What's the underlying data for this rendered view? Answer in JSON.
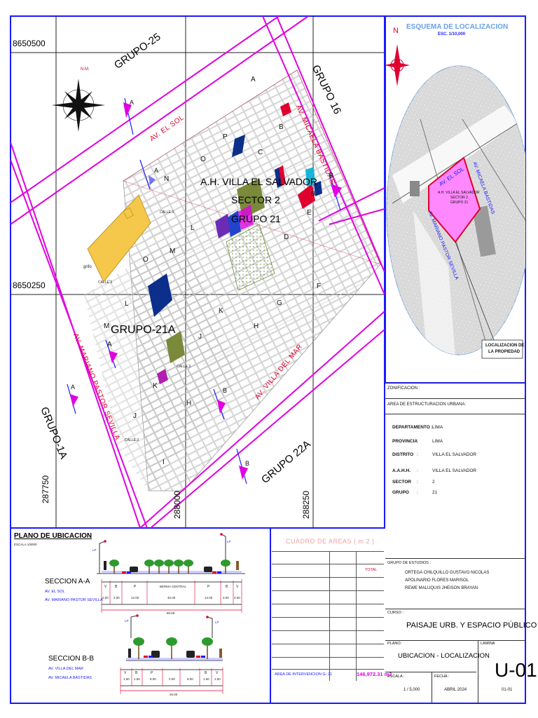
{
  "map": {
    "coords": {
      "y1": "8650500",
      "y2": "8650250",
      "x1": "287750",
      "x2": "288000",
      "x3": "288250"
    },
    "groups": {
      "g25": "GRUPO-25",
      "g16": "GRUPO 16",
      "g21a": "GRUPO-21A",
      "g22a": "GRUPO 22A",
      "g1a": "GRUPO-1A"
    },
    "streets": {
      "sol": "AV. EL SOL",
      "bastidas": "AV. MICAELA BASTIDAS",
      "mar": "AV. VILLA DEL MAR",
      "sevilla": "AV. MARIANO PASTOR SEVILLA"
    },
    "center": {
      "line1": "A.H. VILLA EL SALVADOR",
      "line2": "SECTOR 2",
      "line3": "GRUPO 21"
    },
    "north": "N.M.",
    "block_letters": {
      "a1": "A",
      "b1": "B",
      "c1": "C",
      "d1": "D",
      "e1": "E",
      "f1": "F",
      "g1": "G",
      "h1": "H",
      "h2": "H",
      "i1": "I",
      "j1": "J",
      "j2": "J",
      "k1": "K",
      "k2": "K",
      "l1": "L",
      "l2": "L",
      "m1": "M",
      "m2": "M",
      "n1": "N",
      "o1": "O",
      "o2": "O",
      "p1": "P",
      "a2": "A"
    },
    "section_marks": {
      "a": "A",
      "b": "B"
    },
    "small_text": {
      "grifo": "grifo",
      "calle": "CALLE 3"
    }
  },
  "location": {
    "title": "ESQUEMA DE LOCALIZACION",
    "scale": "ESC. 1/10,000",
    "north": "N",
    "map_label1": "A.H. VILLA EL SALVADOR",
    "map_label2": "SECTOR 2",
    "map_label3": "GRUPO 21",
    "street1": "AV. EL SOL",
    "street2": "AV. MICAELA BASTIDAS",
    "street3": "AV. MARIANO PASTOR SEVILLA",
    "callout1": "LOCALIZACION DE",
    "callout2": "LA PROPIEDAD"
  },
  "info": {
    "zonificacion": "ZONIFICACION :",
    "area_estructuracion": "AREA DE ESTRUCTURACION URBANA:",
    "rows": [
      {
        "label": "DEPARTAMENTO :",
        "value": "LIMA"
      },
      {
        "label": "PROVINCIA",
        "sep": ":",
        "value": "LIMA"
      },
      {
        "label": "DISTRITO",
        "sep": ":",
        "value": "VILLA EL SALVADOR"
      },
      {
        "label": "A.A.H.H.",
        "sep": ":",
        "value": "VILLA EL SALVADOR"
      },
      {
        "label": "SECTOR",
        "sep": ":",
        "value": "2"
      },
      {
        "label": "GRUPO",
        "sep": ":",
        "value": "21"
      }
    ],
    "grupo_estudios": "GRUPO DE ESTUDIOS :",
    "students": [
      "ORTEGA CHILQUILLO GUSTAVO NICOLAS",
      "APOLINARIO FLORES MARISOL",
      "REWE MALUQUIS JHEISON BRAYAN"
    ],
    "curso_label": "CURSO :",
    "curso": "PAISAJE URB. Y ESPACIO PÚBLICO",
    "plano_label": "PLANO:",
    "plano": "UBICACION - LOCALIZACION",
    "lamina_label": "LAMINA",
    "lamina": "U-01",
    "lamina_sub": "01-01",
    "escala_label": "ESCALA :",
    "escala": "1 / 5,000",
    "fecha_label": "FECHA :",
    "fecha": "ABRIL 2024"
  },
  "plano_ubicacion": {
    "title": "PLANO DE UBICACION",
    "scale": "ESCALA 1/5000",
    "secA": {
      "title": "SECCION A-A",
      "l1": "AV. EL SOL",
      "l2": "AV. MARIANO PASTOR SEVILLA",
      "codes": [
        "V",
        "B",
        "P",
        "BERMA CENTRAL",
        "P",
        "B",
        "V"
      ],
      "dims": [
        "2.00",
        "3.00",
        "12.00",
        "40.00",
        "12.00",
        "3.00",
        "2.00"
      ],
      "total": "80.00",
      "lp": "LP"
    },
    "secB": {
      "title": "SECCION B-B",
      "l1": "AV. VILLA DEL MAR",
      "l2": "AV. MICAELA BASTIDAS",
      "codes": [
        "V",
        "B",
        "P",
        "B",
        "V"
      ],
      "dims": [
        "1.50",
        "1.50",
        "8.00",
        "2.00",
        "8.00",
        "1.50",
        "1.50"
      ],
      "total": "25.00",
      "lp": "LP"
    }
  },
  "cuadro": {
    "title": "CUADRO DE AREAS ( m 2 )",
    "total_label": "TOTAL",
    "area_label": "AREA DE INTERVENCION  G- 21",
    "area_value": "146,972.31 m2"
  },
  "colors": {
    "border": "#1a1aff",
    "magenta": "#e000e0",
    "red": "#e00030",
    "yellow": "#f5c74a",
    "navy": "#0b2f8a",
    "olive": "#7a8a3a",
    "purple": "#6b2bb5",
    "cyan": "#19b6d8"
  }
}
